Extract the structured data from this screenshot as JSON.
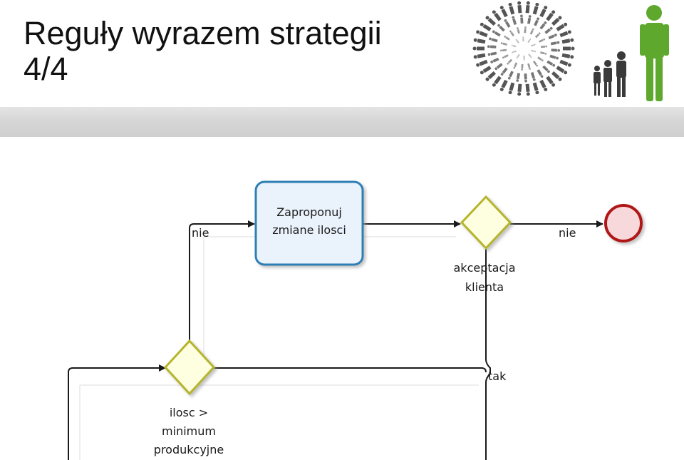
{
  "slide": {
    "title_line1": "Reguły wyrazem strategii",
    "title_line2": "4/4"
  },
  "diagram": {
    "task": {
      "line1": "Zaproponuj",
      "line2": "zmiane ilosci"
    },
    "gateway_top": {
      "line1": "akceptacja",
      "line2": "klienta"
    },
    "gateway_bottom": {
      "line1": "ilosc >",
      "line2": "minimum",
      "line3": "produkcyjne"
    },
    "flow_labels": {
      "nie_left": "nie",
      "nie_right": "nie",
      "tak": "tak"
    },
    "colors": {
      "task_border": "#2f7fb5",
      "task_fill": "#eaf2fb",
      "gateway_border": "#b5b52b",
      "gateway_fill": "#fefee0",
      "end_border": "#b01515",
      "end_fill": "#f7d9dc",
      "logo_green": "#5fa82e"
    }
  }
}
